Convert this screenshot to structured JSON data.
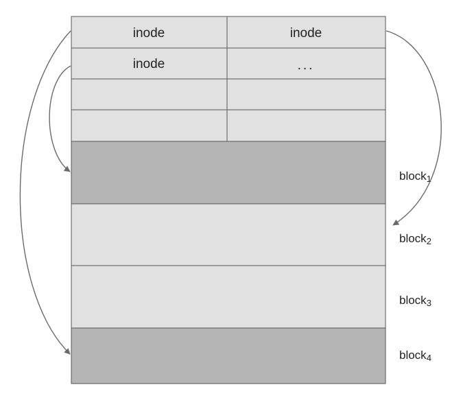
{
  "inode_table": {
    "rows": [
      [
        "inode",
        "inode"
      ],
      [
        "inode",
        "..."
      ],
      [
        "",
        ""
      ],
      [
        "",
        ""
      ]
    ]
  },
  "blocks": [
    {
      "label": "block",
      "index": "1",
      "shade": "dark"
    },
    {
      "label": "block",
      "index": "2",
      "shade": "light"
    },
    {
      "label": "block",
      "index": "3",
      "shade": "light"
    },
    {
      "label": "block",
      "index": "4",
      "shade": "dark"
    }
  ],
  "colors": {
    "cell_fill": "#e1e1e1",
    "block_light": "#e1e1e1",
    "block_dark": "#b5b5b5",
    "border": "#555555",
    "arrow": "#6a6a6a"
  }
}
